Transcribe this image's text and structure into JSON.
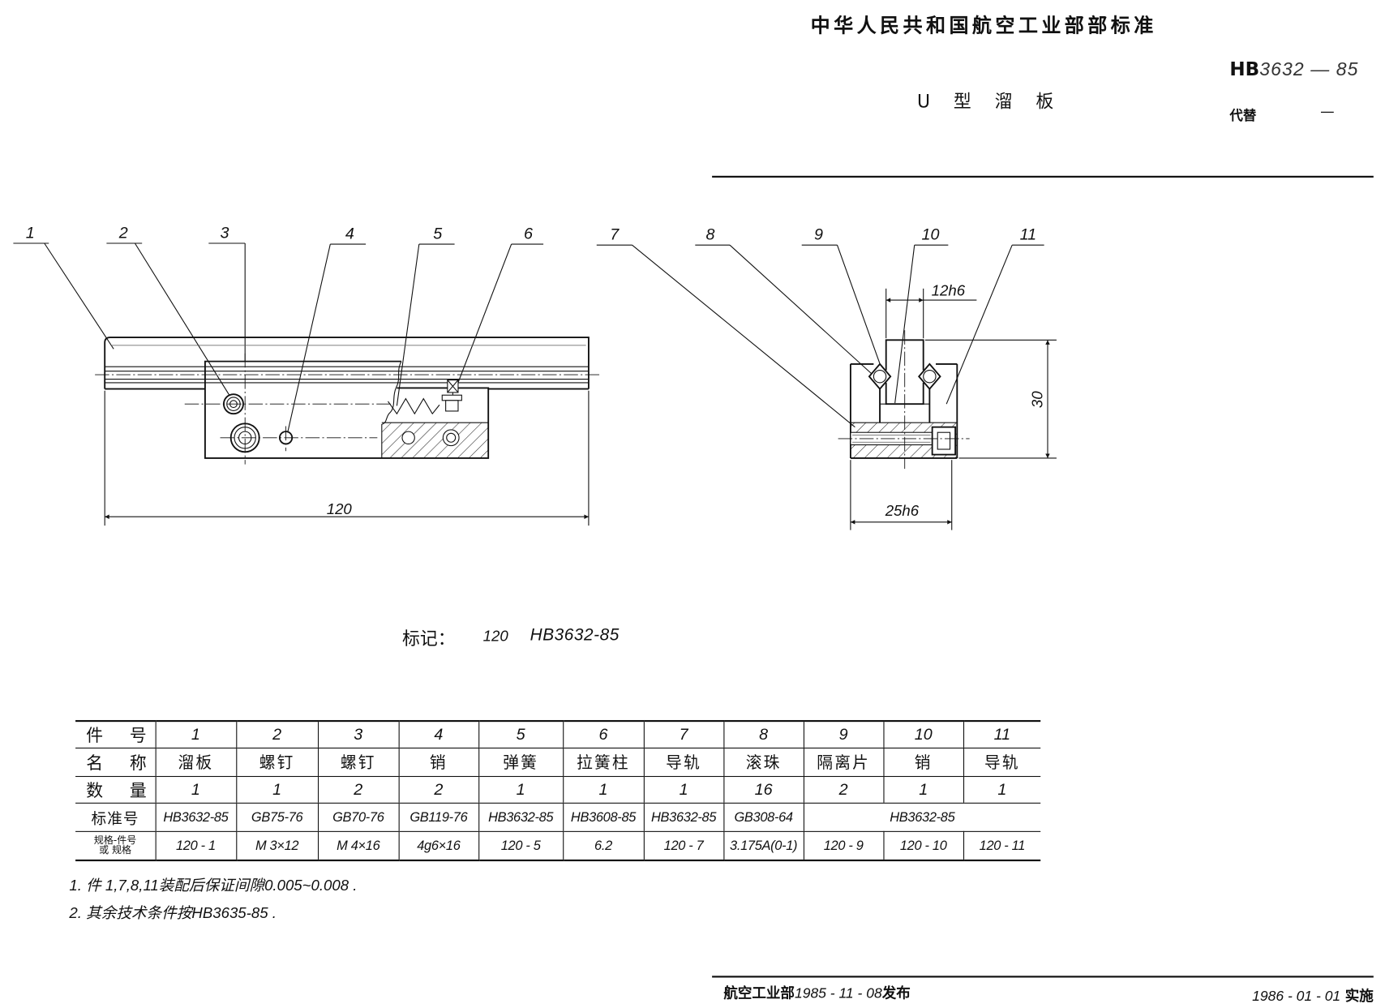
{
  "header": {
    "org_title": "中华人民共和国航空工业部部标准",
    "code_prefix": "HB",
    "code_number": "3632 — 85",
    "doc_title": "U 型 溜 板",
    "replaces_label": "代替",
    "replaces_value": "—"
  },
  "drawing": {
    "part_labels": [
      "1",
      "2",
      "3",
      "4",
      "5",
      "6",
      "7",
      "8",
      "9",
      "10",
      "11"
    ],
    "dim_length": "120",
    "dim_guide_width": "12h6",
    "dim_height": "30",
    "dim_body_width": "25h6"
  },
  "marking": {
    "label": "标记：",
    "size": "120",
    "code": "HB3632-85"
  },
  "parts_table": {
    "rows": [
      {
        "header": "件 号",
        "cells": [
          "1",
          "2",
          "3",
          "4",
          "5",
          "6",
          "7",
          "8",
          "9",
          "10",
          "11"
        ]
      },
      {
        "header": "名 称",
        "cells": [
          "溜板",
          "螺钉",
          "螺钉",
          "销",
          "弹簧",
          "拉簧柱",
          "导轨",
          "滚珠",
          "隔离片",
          "销",
          "导轨"
        ]
      },
      {
        "header": "数 量",
        "cells": [
          "1",
          "1",
          "2",
          "2",
          "1",
          "1",
          "1",
          "16",
          "2",
          "1",
          "1"
        ]
      },
      {
        "header": "标准号",
        "cells": [
          "HB3632-85",
          "GB75-76",
          "GB70-76",
          "GB119-76",
          "HB3632-85",
          "HB3608-85",
          "HB3632-85",
          "GB308-64",
          "HB3632-85"
        ]
      },
      {
        "header_lines": [
          "规格-件号",
          "或 规格"
        ],
        "cells": [
          "120 - 1",
          "M 3×12",
          "M 4×16",
          "4g6×16",
          "120 - 5",
          "6.2",
          "120 - 7",
          "3.175A(0-1)",
          "120 - 9",
          "120 - 10",
          "120 - 11"
        ]
      }
    ]
  },
  "notes": [
    "1. 件 1,7,8,11装配后保证间隙0.005~0.008 .",
    "2. 其余技术条件按HB3635-85 ."
  ],
  "footer": {
    "issuer": "航空工业部",
    "issue_date": "1985 - 11 - 08",
    "issue_suffix": "发布",
    "effective_date": "1986 - 01 - 01",
    "effective_suffix": "实施"
  }
}
